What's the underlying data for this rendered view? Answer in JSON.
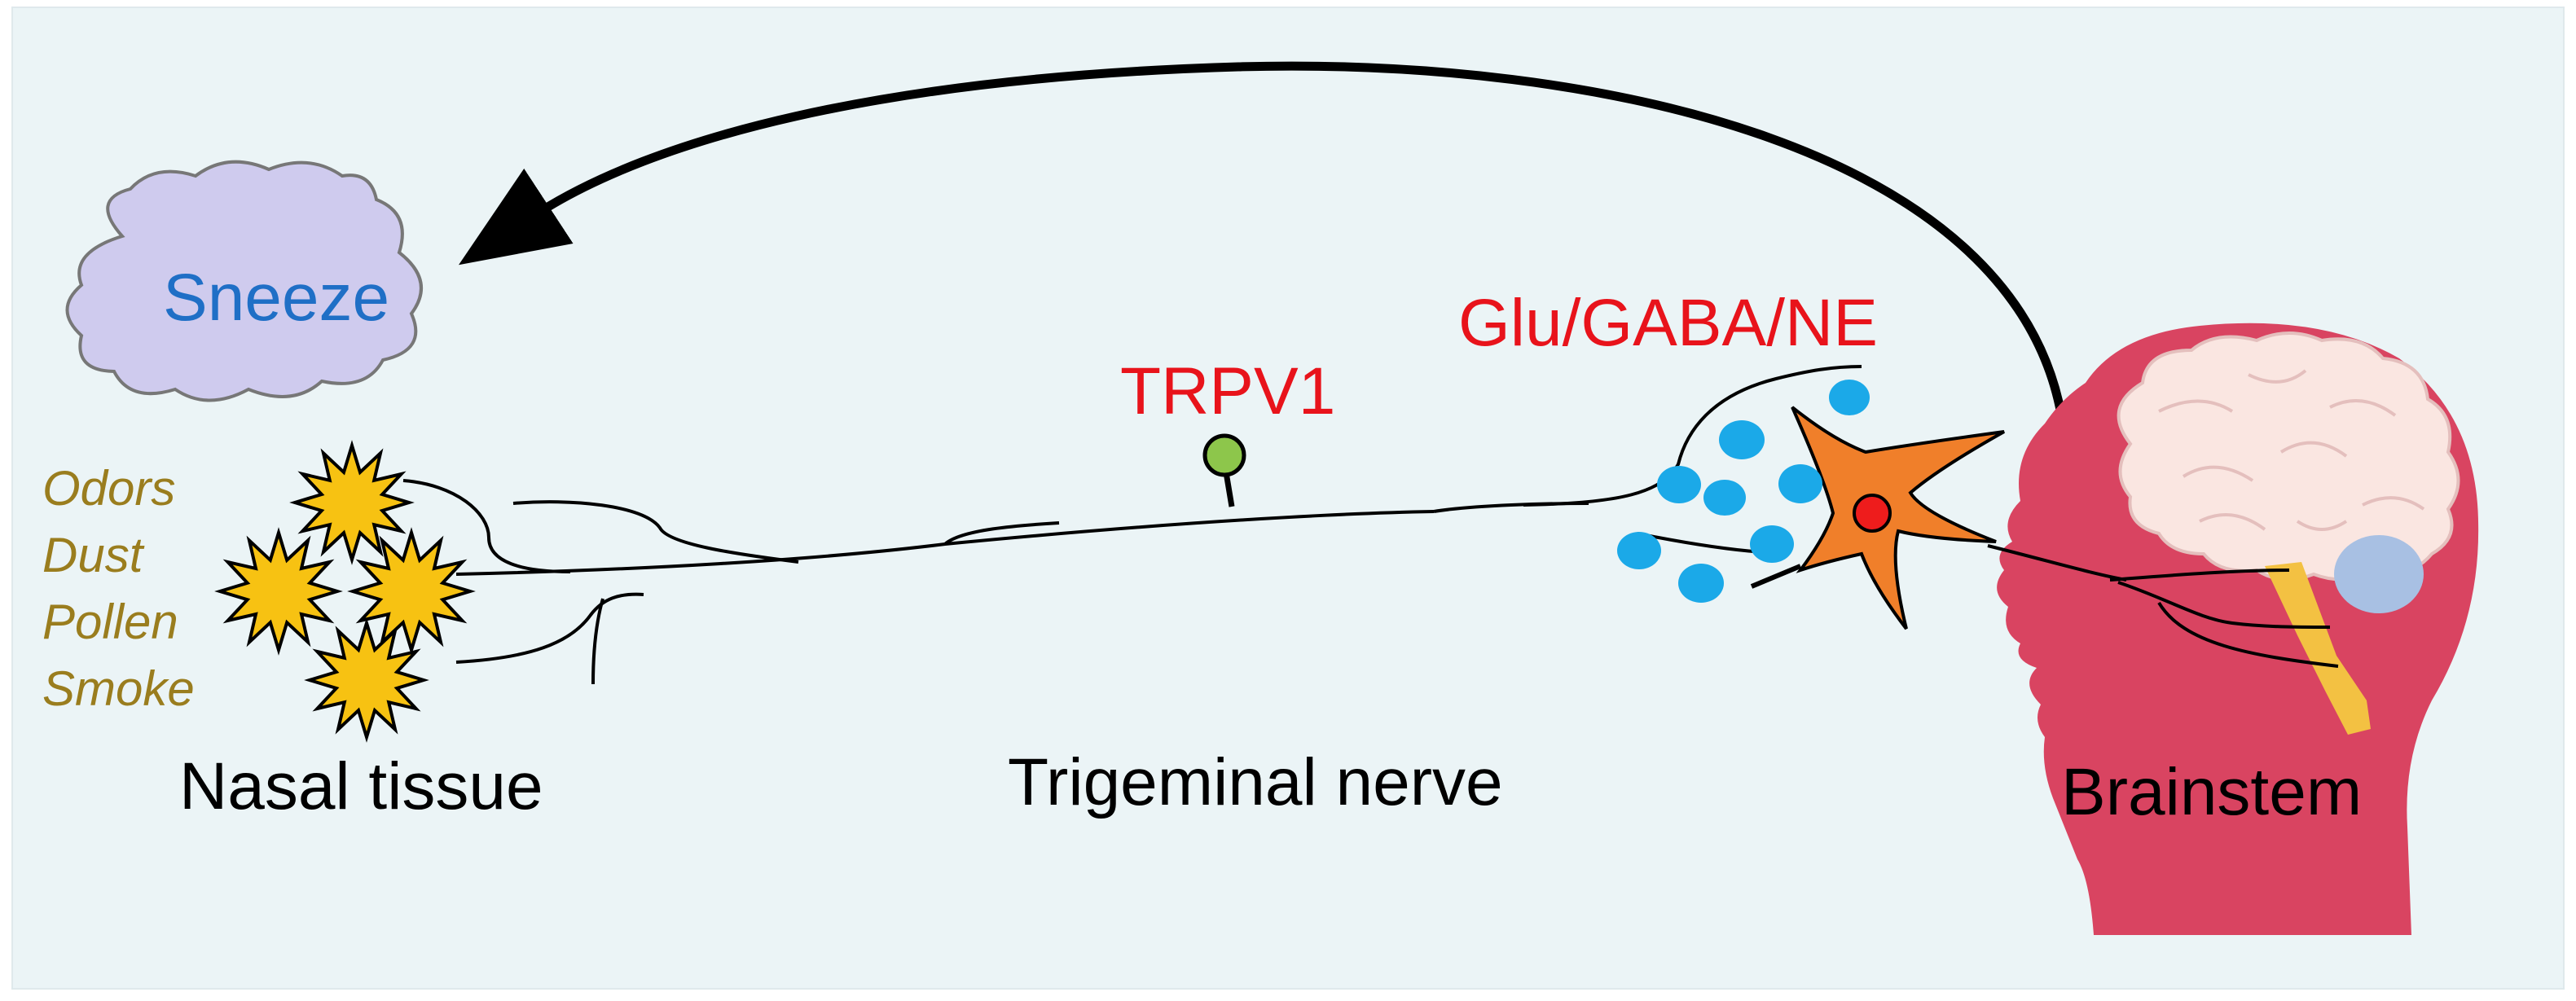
{
  "labels": {
    "sneeze": "Sneeze",
    "trpv1": "TRPV1",
    "neurotransmitters": "Glu/GABA/NE",
    "stimuli": [
      "Odors",
      "Dust",
      "Pollen",
      "Smoke"
    ],
    "regions": {
      "nasal": "Nasal tissue",
      "trigeminal": "Trigeminal nerve",
      "brainstem": "Brainstem"
    }
  },
  "colors": {
    "background": "#ebf4f6",
    "cloud": "#cfcbee",
    "irritant": "#f7c212",
    "receptor": "#8dc64b",
    "vesicle": "#1ba9e8",
    "neuron": "#f07f2a",
    "neuron_nucleus": "#ee1c1c",
    "head": "#d94461",
    "brain": "#fae6e1",
    "cerebellum": "#a8c0e3",
    "brainstem_tract": "#f3c142",
    "label_red": "#e8131b",
    "label_blue": "#1f6fc6",
    "label_gold": "#9a7d1e"
  },
  "icons": {
    "irritant": "starburst",
    "neuron": "star-neuron",
    "cloud": "cloud",
    "head": "head-profile"
  }
}
